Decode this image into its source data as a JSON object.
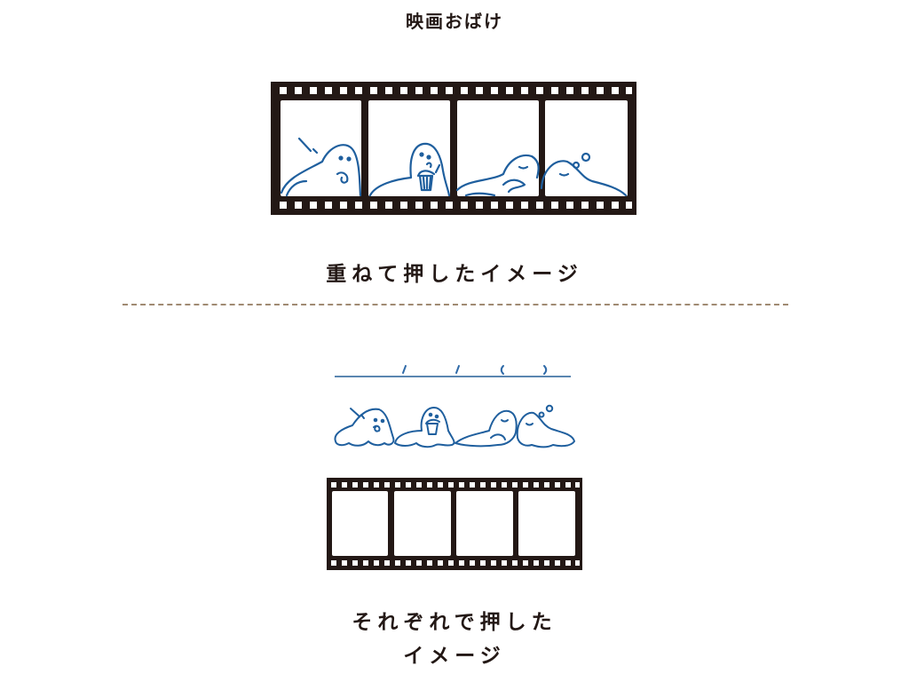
{
  "title": "映画おばけ",
  "section1": {
    "caption": "重ねて押したイメージ",
    "frames": 4
  },
  "section2": {
    "caption_line1": "それぞれで押した",
    "caption_line2": "イメージ",
    "frames": 4
  },
  "colors": {
    "ink": "#231815",
    "ghost_blue": "#1f5f9e",
    "line_blue": "#5a86b0",
    "divider": "#a08a72"
  }
}
